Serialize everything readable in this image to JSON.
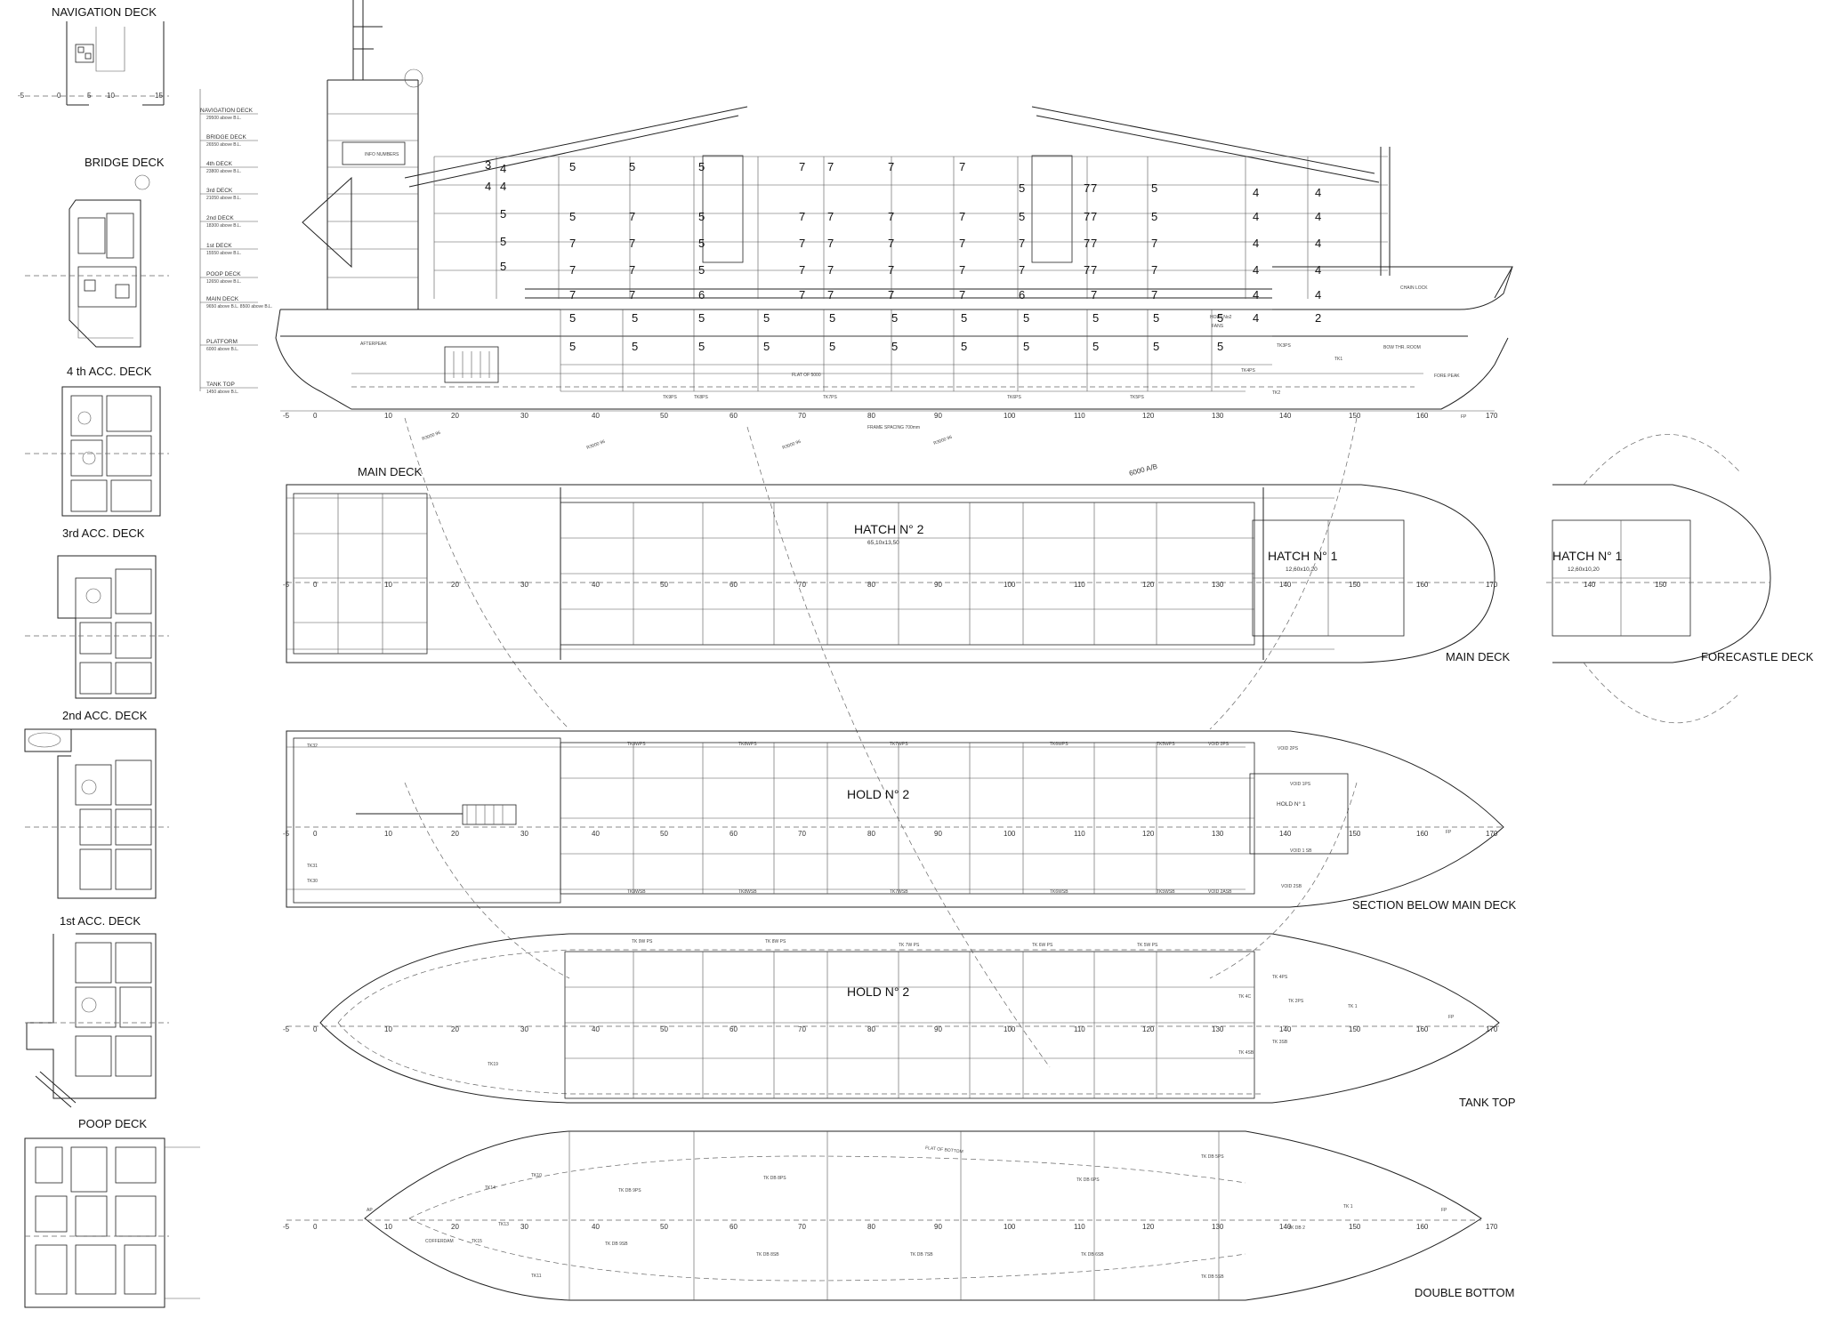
{
  "sheet": {
    "left_titles": [
      "NAVIGATION DECK",
      "BRIDGE DECK",
      "4 th  ACC. DECK",
      "3rd  ACC. DECK",
      "2nd ACC. DECK",
      "1st ACC. DECK",
      "POOP DECK"
    ],
    "view_titles": {
      "main_deck_top": "MAIN DECK",
      "main_deck": "MAIN DECK",
      "forecastle": "FORECASTLE DECK",
      "section_below": "SECTION BELOW MAIN DECK",
      "tank_top": "TANK TOP",
      "double_bottom": "DOUBLE BOTTOM"
    }
  },
  "deck_levels": [
    {
      "name": "NAVIGATION DECK",
      "height": "29500 above B.L."
    },
    {
      "name": "BRIDGE DECK",
      "height": "26550 above B.L."
    },
    {
      "name": "4th DECK",
      "height": "23800 above B.L."
    },
    {
      "name": "3rd DECK",
      "height": "21050 above B.L."
    },
    {
      "name": "2nd DECK",
      "height": "18300 above B.L."
    },
    {
      "name": "1st DECK",
      "height": "15550 above B.L."
    },
    {
      "name": "POOP DECK",
      "height": "12650 above B.L."
    },
    {
      "name": "MAIN DECK",
      "height": "9650 above B.L. 8500 above B.L."
    },
    {
      "name": "PLATFORM",
      "height": "6000 above B.L."
    },
    {
      "name": "TANK TOP",
      "height": "1450 above B.L."
    }
  ],
  "profile": {
    "container_rows": [
      [
        "3",
        "4",
        "5",
        "5",
        "5",
        "7",
        "7",
        "7",
        "7",
        "5",
        "7",
        "5",
        "7",
        "4",
        "4"
      ],
      [
        "4",
        "4",
        "5",
        "7",
        "5",
        "7",
        "7",
        "7",
        "7",
        "5",
        "7",
        "5",
        "7",
        "4",
        "4"
      ],
      [
        "5",
        "7",
        "7",
        "5",
        "7",
        "7",
        "7",
        "7",
        "7",
        "7",
        "7",
        "7",
        "4",
        "4"
      ],
      [
        "5",
        "7",
        "7",
        "5",
        "7",
        "7",
        "7",
        "7",
        "7",
        "7",
        "7",
        "7",
        "4",
        "4"
      ],
      [
        "5",
        "7",
        "7",
        "6",
        "7",
        "7",
        "7",
        "7",
        "6",
        "7",
        "7",
        "4",
        "4"
      ]
    ],
    "hold_rows": [
      [
        "5",
        "5",
        "5",
        "5",
        "5",
        "5",
        "5",
        "5",
        "5",
        "5",
        "5",
        "4",
        "2"
      ],
      [
        "5",
        "5",
        "5",
        "5",
        "5",
        "5",
        "5",
        "5",
        "5",
        "5",
        "5"
      ]
    ],
    "labels": {
      "afterpeak": "AFTERPEAK",
      "hold2": "HOLD No2",
      "fans": "FANS",
      "flat": "FLAT OF 5000",
      "chain_lock": "CHAIN LOCK",
      "bow_room": "BOW THR. ROOM",
      "fore_peak": "FORE PEAK",
      "frame_spacing": "FRAME SPACING 700mm",
      "info": "INFO NUMBERS",
      "tk1": "TK1",
      "tk2": "TK2",
      "tk3ps": "TK3PS",
      "tk4ps": "TK4PS",
      "tk5ps": "TK5PS",
      "tk6ps": "TK6PS",
      "tk7ps": "TK7PS",
      "tk8ps": "TK8PS",
      "tk9ps": "TK9PS",
      "fp": "FP"
    },
    "frame_ticks": [
      "-5",
      "0",
      "10",
      "20",
      "30",
      "40",
      "50",
      "60",
      "70",
      "80",
      "90",
      "100",
      "110",
      "120",
      "130",
      "140",
      "150",
      "160",
      "170"
    ],
    "dim_labels": [
      "R3000 96",
      "R3000 96",
      "R3000 96",
      "R3000 96"
    ],
    "main_deck_dim": "6000 A/B"
  },
  "main_deck_plan": {
    "hatch2": "HATCH  N° 2",
    "hatch2_size": "65,10x13,50",
    "hatch1": "HATCH  N°  1",
    "hatch1_size": "12,60x10,20",
    "ticks": [
      "-5",
      "0",
      "10",
      "20",
      "30",
      "40",
      "50",
      "60",
      "70",
      "80",
      "90",
      "100",
      "110",
      "120",
      "130",
      "140",
      "150",
      "160",
      "170"
    ]
  },
  "forecastle_plan": {
    "hatch1": "HATCH  N°  1",
    "hatch1_size": "12,60x10,20",
    "ticks": [
      "140",
      "150"
    ]
  },
  "section_plan": {
    "hold2": "HOLD N° 2",
    "hold1": "HOLD N° 1",
    "tanks_top": [
      "TK9WPS",
      "TK8WPS",
      "TK7WPS",
      "TK6WPS",
      "TK5WPS",
      "VOID 2PS",
      "VOID 2PS",
      "VOID 1PS"
    ],
    "tanks_bottom": [
      "TK9WSB",
      "TK8WSB",
      "TK7WSB",
      "TK6WSB",
      "TK5WSB",
      "VOID 2ASB",
      "VOID 2SB",
      "VOID 1 SB"
    ],
    "tk32": "TK32",
    "tk31": "TK31",
    "tk30": "TK30",
    "ticks": [
      "-5",
      "0",
      "10",
      "20",
      "30",
      "40",
      "50",
      "60",
      "70",
      "80",
      "90",
      "100",
      "110",
      "120",
      "130",
      "140",
      "150",
      "160",
      "170"
    ],
    "fp": "FP"
  },
  "tank_top_plan": {
    "hold2": "HOLD N° 2",
    "tanks_top": [
      "TK 9W PS",
      "TK 8W PS",
      "TK 7W PS",
      "TK 6W PS",
      "TK 5W PS",
      "TK 4PS"
    ],
    "tanks_bottom": [
      "TK 3SB",
      "TK 4SB"
    ],
    "tk2ps": "TK 2PS",
    "tk1": "TK 1",
    "tk4c": "TK 4C",
    "tk19": "TK19",
    "ticks": [
      "-5",
      "0",
      "10",
      "20",
      "30",
      "40",
      "50",
      "60",
      "70",
      "80",
      "90",
      "100",
      "110",
      "120",
      "130",
      "140",
      "150",
      "160",
      "170"
    ],
    "fp": "FP"
  },
  "double_bottom_plan": {
    "flat": "FLAT OF BOTTOM",
    "tanks_top": [
      "TK DB 9PS",
      "TK DB 8PS",
      "TK DB 6PS",
      "TK DB 5PS"
    ],
    "tanks_bottom": [
      "TK DB 9SB",
      "TK DB 8SB",
      "TK DB 7SB",
      "TK DB 6SB",
      "TK DB 5SB"
    ],
    "tk_db_2": "TK DB 2",
    "tk1": "TK 1",
    "tk10": "TK10",
    "tk11": "TK11",
    "tk13": "TK13",
    "tk14": "TK14",
    "tk15": "TK15",
    "cofferdam": "COFFERDAM",
    "ticks": [
      "-5",
      "0",
      "10",
      "20",
      "30",
      "40",
      "50",
      "60",
      "70",
      "80",
      "90",
      "100",
      "110",
      "120",
      "130",
      "140",
      "150",
      "160",
      "170"
    ],
    "fp": "FP",
    "ap": "AP"
  },
  "side_ticks": [
    "-5",
    "0",
    "5",
    "10",
    "15"
  ]
}
